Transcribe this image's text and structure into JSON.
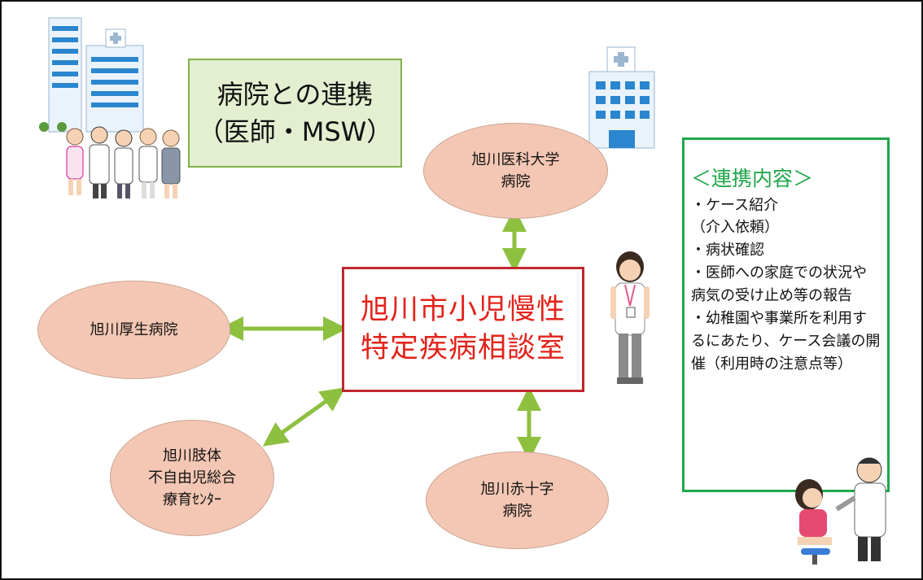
{
  "title_box": {
    "line1": "病院との連携",
    "line2": "（医師・MSW）"
  },
  "center": {
    "line1": "旭川市小児慢性",
    "line2": "特定疾病相談室"
  },
  "hospitals": [
    {
      "label": "旭川医科大学\n病院"
    },
    {
      "label": "旭川厚生病院"
    },
    {
      "label": "旭川肢体\n不自由児総合\n療育ｾﾝﾀｰ"
    },
    {
      "label": "旭川赤十字\n病院"
    }
  ],
  "info": {
    "heading": "＜連携内容＞",
    "items": [
      "・ケース紹介\n（介入依頼）",
      "・病状確認",
      "・医師への家庭での状況や病気の受け止め等の報告",
      "・幼稚園や事業所を利用するにあたり、ケース会議の開催（利用時の注意点等）"
    ]
  },
  "colors": {
    "arrow": "#8dc03f",
    "center_text": "#e2231a",
    "center_border": "#c0272d",
    "ellipse_fill": "#f4c7b4",
    "info_border": "#1fa64a",
    "title_fill": "#e3efd0"
  },
  "icons": [
    "hospital-building-icon",
    "hospital-staff-icon",
    "clinic-building-icon",
    "nurse-icon",
    "doctor-patient-icon"
  ]
}
